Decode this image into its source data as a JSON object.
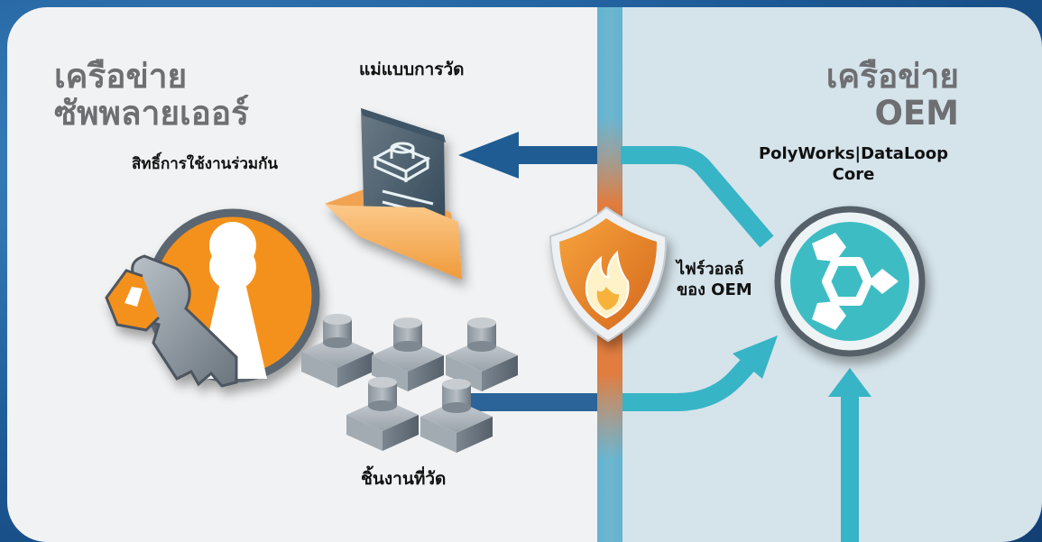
{
  "supplier_network": {
    "title_line1": "เครือข่าย",
    "title_line2": "ซัพพลายเออร์"
  },
  "oem_network": {
    "title_line1": "เครือข่าย",
    "title_line2": "OEM"
  },
  "measurement_template": {
    "label": "แม่แบบการวัด"
  },
  "shared_usage_rights": {
    "label": "สิทธิ์การใช้งานร่วมกัน"
  },
  "measured_parts": {
    "label": "ชิ้นงานที่วัด"
  },
  "oem_firewall": {
    "label_line1": "ไฟร์วอลล์",
    "label_line2": "ของ OEM"
  },
  "core": {
    "label_line1": "PolyWorks|DataLoop",
    "label_line2": "Core"
  },
  "colors": {
    "supplier_panel": "#f1f2f3",
    "oem_panel": "#d5e3ea",
    "firewall_orange": "#e07d3f",
    "firewall_blue": "#69b6d3",
    "arrow_blue": "#1f5c93",
    "arrow_teal": "#37b4c6",
    "key_orange": "#f4911e",
    "core_teal": "#3dbdc3"
  },
  "icons": [
    "template-document-icon",
    "shield-flame-icon",
    "key-lock-icon",
    "measured-part-icon",
    "dataloop-core-icon"
  ]
}
